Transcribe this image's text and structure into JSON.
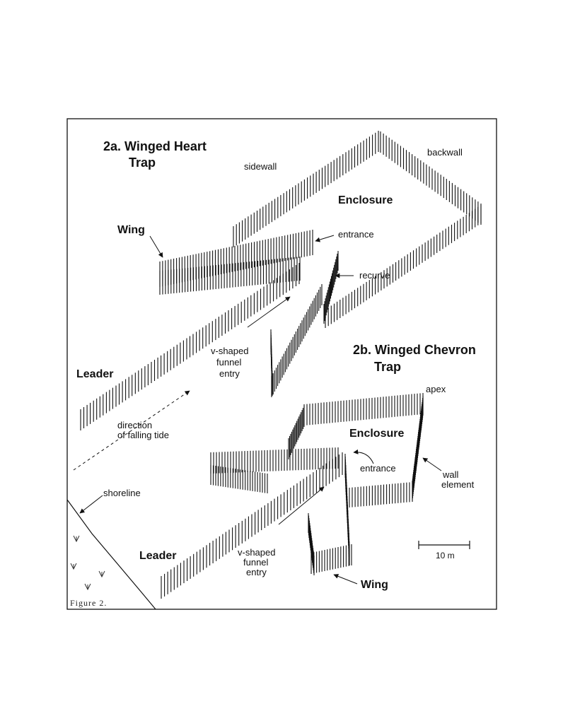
{
  "figure": {
    "caption": "Figure 2.",
    "trap_a": {
      "title_line1": "2a. Winged Heart",
      "title_line2": "Trap",
      "labels": {
        "sidewall": "sidewall",
        "backwall": "backwall",
        "enclosure": "Enclosure",
        "wing": "Wing",
        "entrance": "entrance",
        "recurve": "recurve",
        "leader": "Leader",
        "funnel_line1": "v-shaped",
        "funnel_line2": "funnel",
        "funnel_line3": "entry"
      }
    },
    "trap_b": {
      "title_line1": "2b. Winged Chevron",
      "title_line2": "Trap",
      "labels": {
        "apex": "apex",
        "enclosure": "Enclosure",
        "entrance": "entrance",
        "wall_element_line1": "wall",
        "wall_element_line2": "element",
        "leader": "Leader",
        "funnel_line1": "v-shaped",
        "funnel_line2": "funnel",
        "funnel_line3": "entry",
        "wing": "Wing"
      }
    },
    "tide_line1": "direction",
    "tide_line2": "of falling tide",
    "shoreline": "shoreline",
    "scale_label": "10 m"
  }
}
